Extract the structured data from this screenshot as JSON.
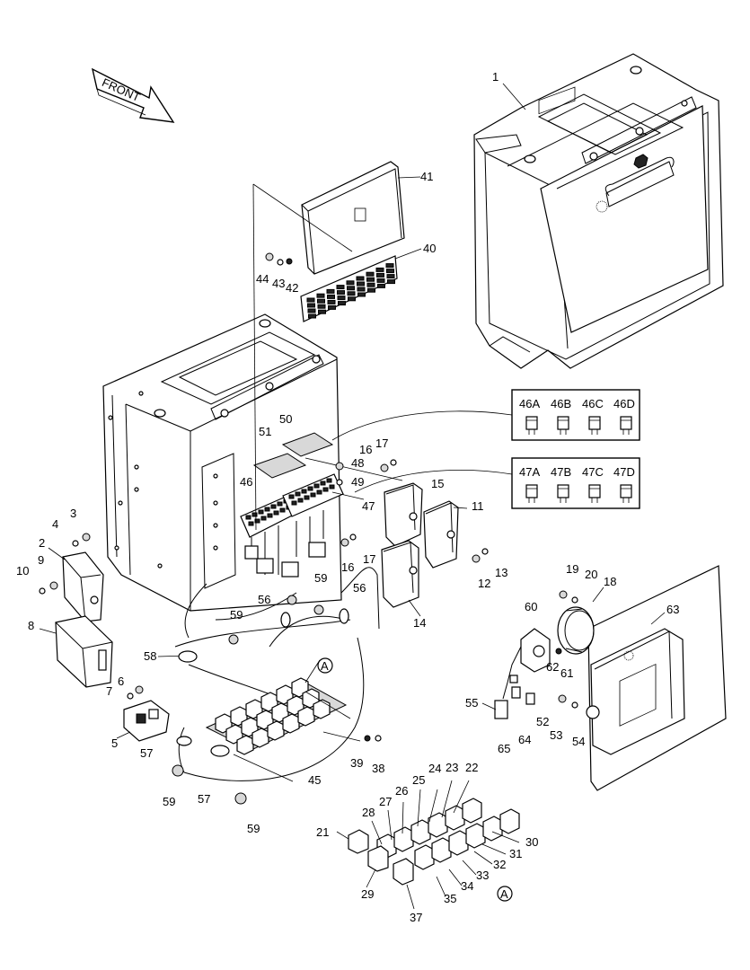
{
  "front_label": "FRONT",
  "callouts": [
    {
      "id": "c1",
      "text": "1"
    },
    {
      "id": "c2",
      "text": "2"
    },
    {
      "id": "c3",
      "text": "3"
    },
    {
      "id": "c4",
      "text": "4"
    },
    {
      "id": "c5",
      "text": "5"
    },
    {
      "id": "c6",
      "text": "6"
    },
    {
      "id": "c7",
      "text": "7"
    },
    {
      "id": "c8",
      "text": "8"
    },
    {
      "id": "c9",
      "text": "9"
    },
    {
      "id": "c10",
      "text": "10"
    },
    {
      "id": "c11",
      "text": "11"
    },
    {
      "id": "c12",
      "text": "12"
    },
    {
      "id": "c13",
      "text": "13"
    },
    {
      "id": "c14",
      "text": "14"
    },
    {
      "id": "c15",
      "text": "15"
    },
    {
      "id": "c16a",
      "text": "16"
    },
    {
      "id": "c16b",
      "text": "16"
    },
    {
      "id": "c17a",
      "text": "17"
    },
    {
      "id": "c17b",
      "text": "17"
    },
    {
      "id": "c18",
      "text": "18"
    },
    {
      "id": "c19",
      "text": "19"
    },
    {
      "id": "c20",
      "text": "20"
    },
    {
      "id": "c21",
      "text": "21"
    },
    {
      "id": "c22",
      "text": "22"
    },
    {
      "id": "c23",
      "text": "23"
    },
    {
      "id": "c24",
      "text": "24"
    },
    {
      "id": "c25",
      "text": "25"
    },
    {
      "id": "c26",
      "text": "26"
    },
    {
      "id": "c27",
      "text": "27"
    },
    {
      "id": "c28",
      "text": "28"
    },
    {
      "id": "c29",
      "text": "29"
    },
    {
      "id": "c30",
      "text": "30"
    },
    {
      "id": "c31",
      "text": "31"
    },
    {
      "id": "c32",
      "text": "32"
    },
    {
      "id": "c33",
      "text": "33"
    },
    {
      "id": "c34",
      "text": "34"
    },
    {
      "id": "c35",
      "text": "35"
    },
    {
      "id": "c37",
      "text": "37"
    },
    {
      "id": "c38",
      "text": "38"
    },
    {
      "id": "c39",
      "text": "39"
    },
    {
      "id": "c40",
      "text": "40"
    },
    {
      "id": "c41",
      "text": "41"
    },
    {
      "id": "c42",
      "text": "42"
    },
    {
      "id": "c43",
      "text": "43"
    },
    {
      "id": "c44",
      "text": "44"
    },
    {
      "id": "c45",
      "text": "45"
    },
    {
      "id": "c46",
      "text": "46"
    },
    {
      "id": "c47",
      "text": "47"
    },
    {
      "id": "c48",
      "text": "48"
    },
    {
      "id": "c49",
      "text": "49"
    },
    {
      "id": "c50",
      "text": "50"
    },
    {
      "id": "c51",
      "text": "51"
    },
    {
      "id": "c52",
      "text": "52"
    },
    {
      "id": "c53",
      "text": "53"
    },
    {
      "id": "c54",
      "text": "54"
    },
    {
      "id": "c55",
      "text": "55"
    },
    {
      "id": "c56a",
      "text": "56"
    },
    {
      "id": "c56b",
      "text": "56"
    },
    {
      "id": "c57a",
      "text": "57"
    },
    {
      "id": "c57b",
      "text": "57"
    },
    {
      "id": "c58",
      "text": "58"
    },
    {
      "id": "c59a",
      "text": "59"
    },
    {
      "id": "c59b",
      "text": "59"
    },
    {
      "id": "c59c",
      "text": "59"
    },
    {
      "id": "c59d",
      "text": "59"
    },
    {
      "id": "c60",
      "text": "60"
    },
    {
      "id": "c61",
      "text": "61"
    },
    {
      "id": "c62",
      "text": "62"
    },
    {
      "id": "c63",
      "text": "63"
    },
    {
      "id": "c64",
      "text": "64"
    },
    {
      "id": "c65",
      "text": "65"
    }
  ],
  "fuse_group_46": [
    "46A",
    "46B",
    "46C",
    "46D"
  ],
  "fuse_group_47": [
    "47A",
    "47B",
    "47C",
    "47D"
  ],
  "ref_marker_label": "A"
}
